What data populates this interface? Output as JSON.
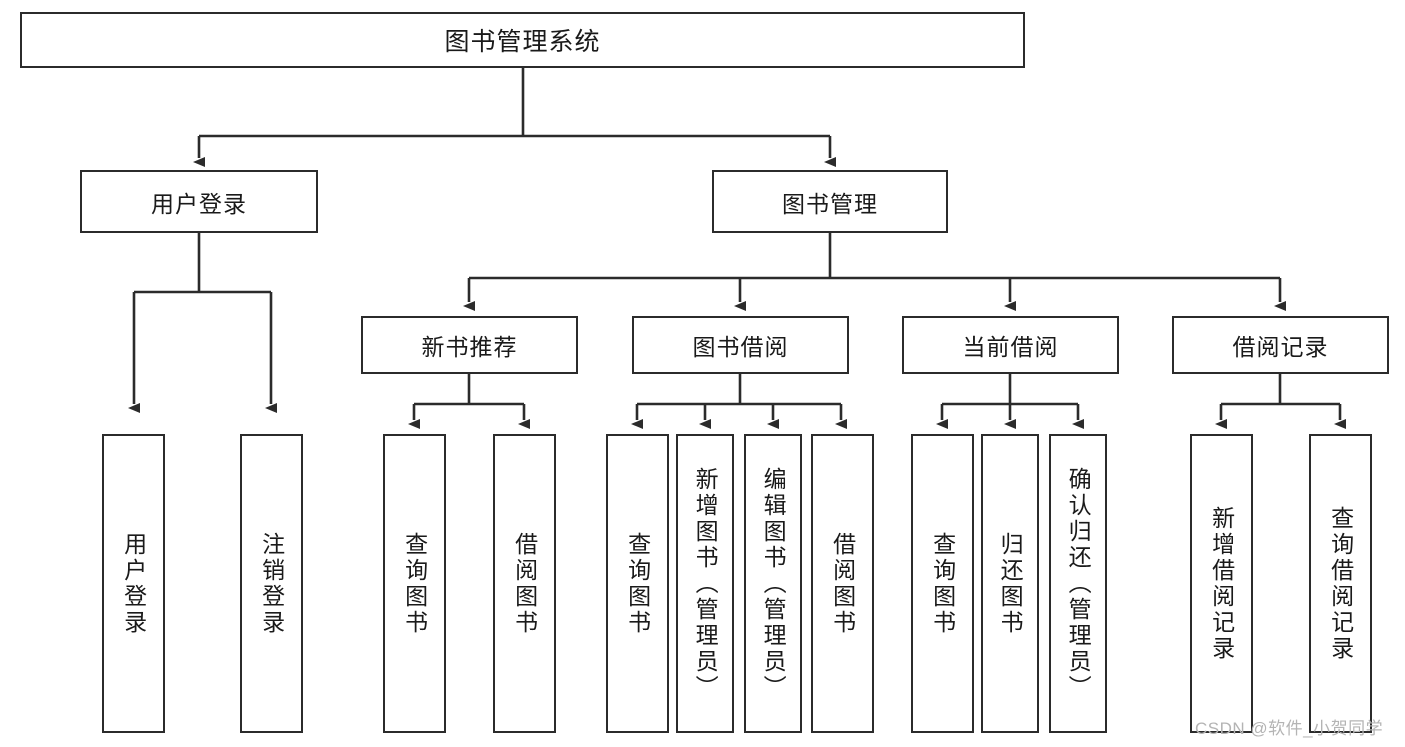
{
  "diagram": {
    "title": "图书管理系统",
    "type": "hierarchy-tree",
    "root": {
      "id": "root",
      "label": "图书管理系统"
    },
    "level2": [
      {
        "id": "user-login",
        "label": "用户登录"
      },
      {
        "id": "book-management",
        "label": "图书管理"
      }
    ],
    "level3": [
      {
        "id": "new-book-recommend",
        "label": "新书推荐",
        "parent": "book-management"
      },
      {
        "id": "book-borrow",
        "label": "图书借阅",
        "parent": "book-management"
      },
      {
        "id": "current-borrow",
        "label": "当前借阅",
        "parent": "book-management"
      },
      {
        "id": "borrow-record",
        "label": "借阅记录",
        "parent": "book-management"
      }
    ],
    "leaves": [
      {
        "id": "leaf-user-login",
        "label": "用户登录",
        "parent": "user-login"
      },
      {
        "id": "leaf-logout-login",
        "label": "注销登录",
        "parent": "user-login"
      },
      {
        "id": "leaf-query-book-1",
        "label": "查询图书",
        "parent": "new-book-recommend"
      },
      {
        "id": "leaf-borrow-book-1",
        "label": "借阅图书",
        "parent": "new-book-recommend"
      },
      {
        "id": "leaf-query-book-2",
        "label": "查询图书",
        "parent": "book-borrow"
      },
      {
        "id": "leaf-add-book",
        "label": "新增图书（管理员）",
        "parent": "book-borrow"
      },
      {
        "id": "leaf-edit-book",
        "label": "编辑图书（管理员）",
        "parent": "book-borrow"
      },
      {
        "id": "leaf-borrow-book-2",
        "label": "借阅图书",
        "parent": "book-borrow"
      },
      {
        "id": "leaf-query-book-3",
        "label": "查询图书",
        "parent": "current-borrow"
      },
      {
        "id": "leaf-return-book",
        "label": "归还图书",
        "parent": "current-borrow"
      },
      {
        "id": "leaf-confirm-return",
        "label": "确认归还（管理员）",
        "parent": "current-borrow"
      },
      {
        "id": "leaf-add-borrow-record",
        "label": "新增借阅记录",
        "parent": "borrow-record"
      },
      {
        "id": "leaf-query-borrow-record",
        "label": "查询借阅记录",
        "parent": "borrow-record"
      }
    ]
  },
  "watermark": {
    "text": "CSDN @软件_小贺同学"
  },
  "colors": {
    "border": "#2b2b2b",
    "text": "#1a1a1a",
    "background": "#ffffff",
    "connector": "#2b2b2b",
    "watermark": "#b4b4b4"
  }
}
